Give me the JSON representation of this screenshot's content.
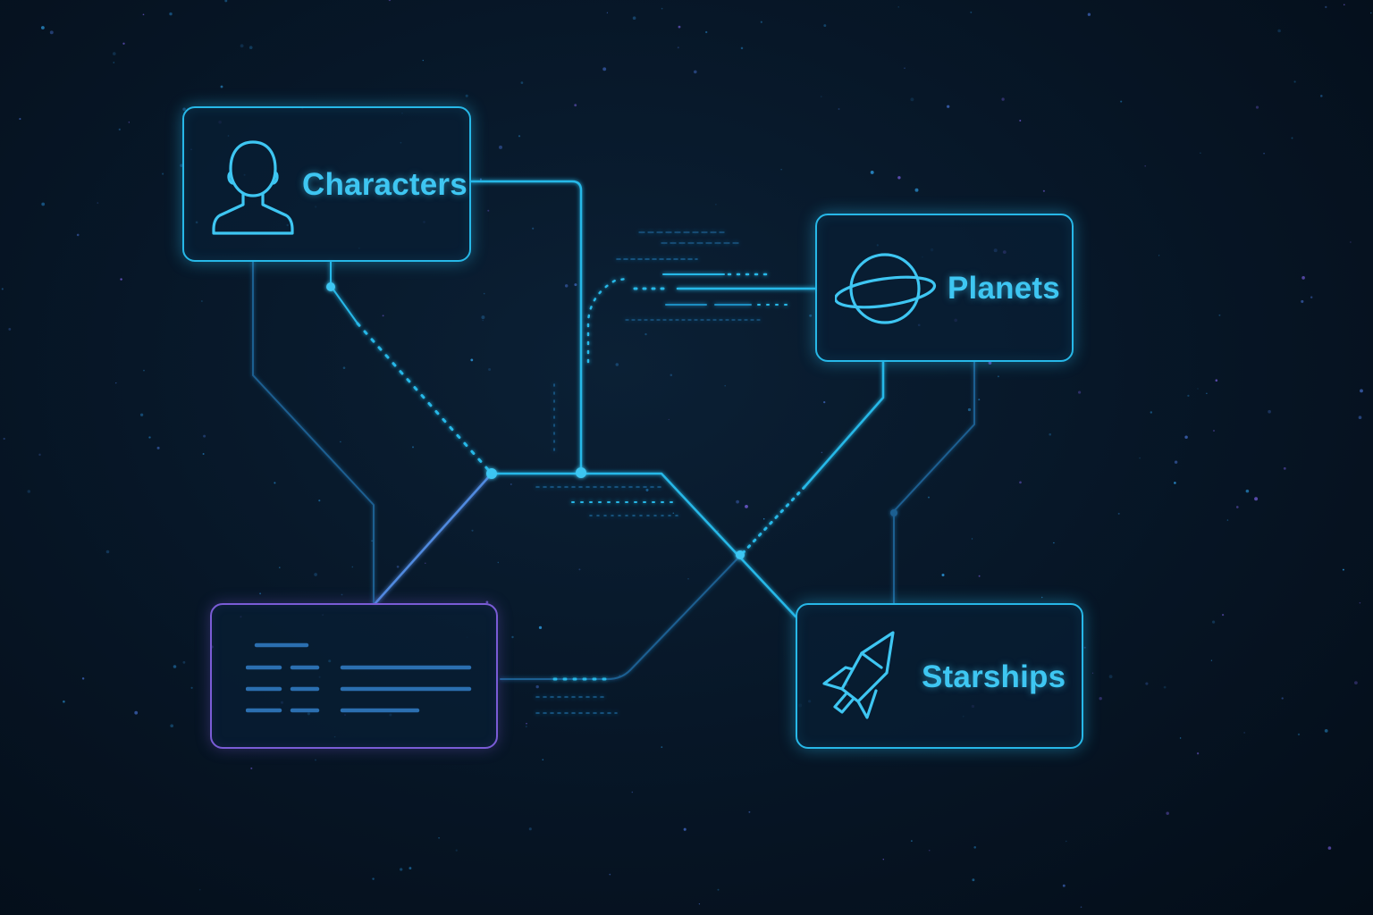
{
  "nodes": {
    "characters": {
      "label": "Characters",
      "icon": "person-icon"
    },
    "planets": {
      "label": "Planets",
      "icon": "planet-icon"
    },
    "starships": {
      "label": "Starships",
      "icon": "rocket-icon"
    },
    "list": {
      "icon": "list-lines-icon",
      "rows": 3
    }
  },
  "colors": {
    "accent": "#27b8e8",
    "text": "#3ec6f2",
    "purple": "#7a5cd6",
    "line_dim": "#1d5f91",
    "background": "#061324"
  }
}
